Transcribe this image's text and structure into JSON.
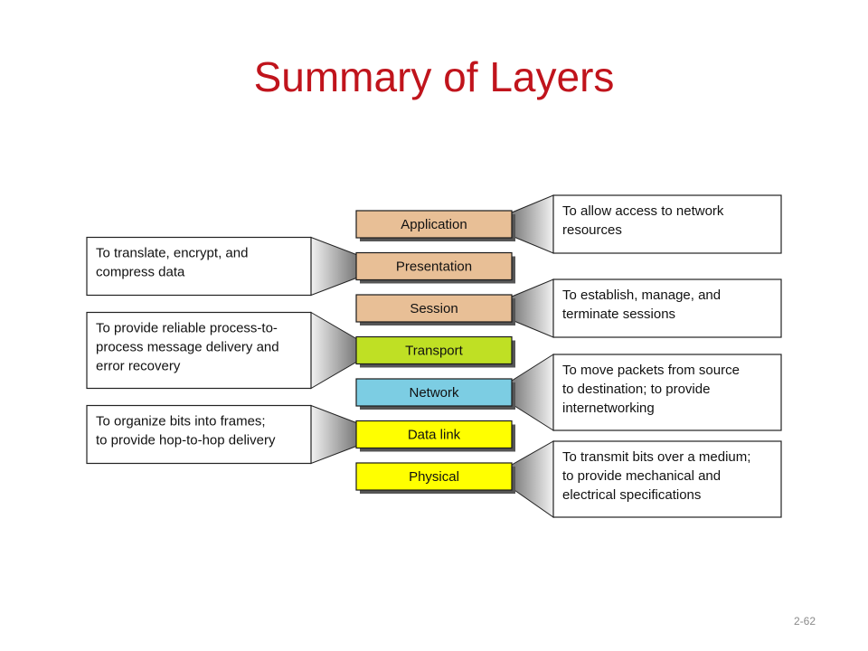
{
  "slide": {
    "title": "Summary of Layers",
    "page_number": "2-62"
  },
  "colors": {
    "title": "#c0141c",
    "upper_layer": "#e8bf96",
    "transport": "#bfe024",
    "network": "#7ccde3",
    "lower_layer": "#ffff00"
  },
  "layers": [
    {
      "name": "Application",
      "color": "#e8bf96"
    },
    {
      "name": "Presentation",
      "color": "#e8bf96"
    },
    {
      "name": "Session",
      "color": "#e8bf96"
    },
    {
      "name": "Transport",
      "color": "#bfe024"
    },
    {
      "name": "Network",
      "color": "#7ccde3"
    },
    {
      "name": "Data link",
      "color": "#ffff00"
    },
    {
      "name": "Physical",
      "color": "#ffff00"
    }
  ],
  "descriptions": [
    {
      "layer": 0,
      "side": "right",
      "lines": [
        "To allow access to network",
        "resources"
      ]
    },
    {
      "layer": 1,
      "side": "left",
      "lines": [
        "To translate, encrypt, and",
        "compress data"
      ]
    },
    {
      "layer": 2,
      "side": "right",
      "lines": [
        "To establish, manage, and",
        "terminate sessions"
      ]
    },
    {
      "layer": 3,
      "side": "left",
      "lines": [
        "To provide reliable process-to-",
        "process message delivery and",
        "error recovery"
      ]
    },
    {
      "layer": 4,
      "side": "right",
      "lines": [
        "To move packets from source",
        "to destination; to provide",
        "internetworking"
      ]
    },
    {
      "layer": 5,
      "side": "left",
      "lines": [
        "To organize bits into frames;",
        "to provide hop-to-hop delivery"
      ]
    },
    {
      "layer": 6,
      "side": "right",
      "lines": [
        "To transmit bits over a medium;",
        "to provide mechanical and",
        "electrical specifications"
      ]
    }
  ]
}
